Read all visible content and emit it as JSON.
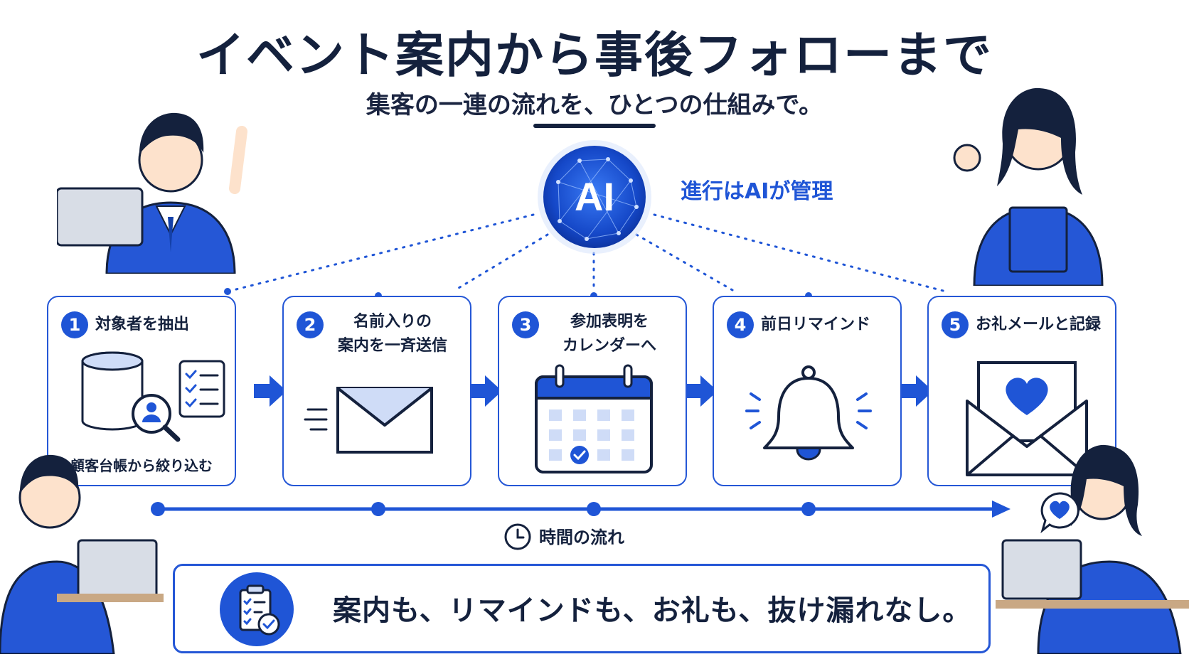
{
  "header": {
    "title": "イベント案内から事後フォローまで",
    "subtitle": "集客の一連の流れを、ひとつの仕組みで。"
  },
  "ai": {
    "badge_label": "AI",
    "tagline": "進行はAIが管理"
  },
  "steps": [
    {
      "number": "1",
      "title": "対象者を抽出",
      "note": "顧客台帳から絞り込む",
      "icon": "database-search-icon"
    },
    {
      "number": "2",
      "title": "名前入りの\n案内を一斉送信",
      "icon": "envelope-icon"
    },
    {
      "number": "3",
      "title": "参加表明を\nカレンダーへ",
      "icon": "calendar-check-icon"
    },
    {
      "number": "4",
      "title": "前日リマインド",
      "icon": "bell-icon"
    },
    {
      "number": "5",
      "title": "お礼メールと記録",
      "icon": "heart-letter-icon"
    }
  ],
  "timeline": {
    "label": "時間の流れ",
    "icon": "clock-icon"
  },
  "banner": {
    "text": "案内も、リマインドも、お礼も、抜け漏れなし。",
    "icon": "clipboard-check-icon"
  },
  "colors": {
    "primary": "#1f55d6",
    "navy": "#14213d",
    "light_blue": "#cfdcf7"
  }
}
